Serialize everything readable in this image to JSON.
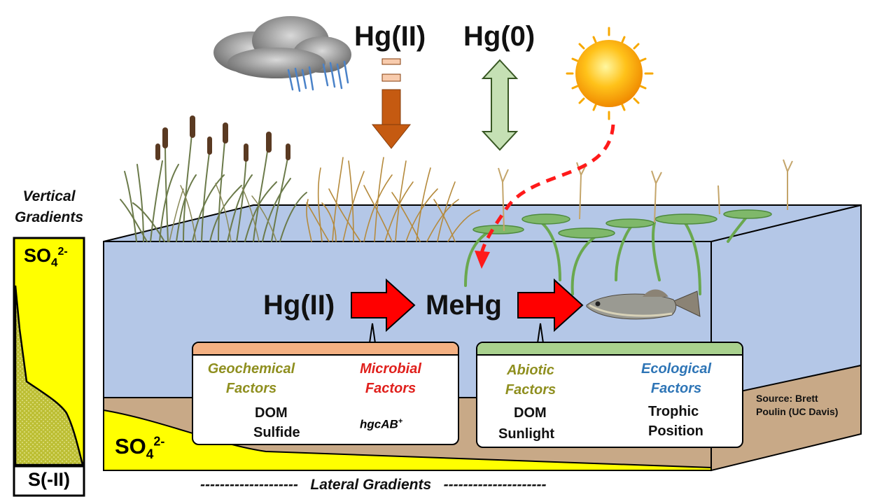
{
  "atmosphere": {
    "hg_deposition": "Hg(II)",
    "hg_exchange": "Hg(0)"
  },
  "water": {
    "hg_reactant": "Hg(II)",
    "methylmercury": "MeHg"
  },
  "methylation_box": {
    "geochemical": {
      "title_line1": "Geochemical",
      "title_line2": "Factors",
      "item1": "DOM",
      "item2": "Sulfide"
    },
    "microbial": {
      "title_line1": "Microbial",
      "title_line2": "Factors",
      "gene": "hgcAB",
      "gene_superscript": "+"
    }
  },
  "bioaccumulation_box": {
    "abiotic": {
      "title_line1": "Abiotic",
      "title_line2": "Factors",
      "item1": "DOM",
      "item2": "Sunlight"
    },
    "ecological": {
      "title_line1": "Ecological",
      "title_line2": "Factors",
      "item1": "Trophic",
      "item2": "Position"
    }
  },
  "vertical_gradients": {
    "title_line1": "Vertical",
    "title_line2": "Gradients",
    "top_species": "SO",
    "top_subscript": "4",
    "top_superscript": "2-",
    "bottom_species": "S(-II)"
  },
  "lateral": {
    "species": "SO",
    "subscript": "4",
    "superscript": "2-",
    "label": "Lateral Gradients",
    "dashes_left": "--------------------",
    "dashes_right": "---------------------"
  },
  "source": {
    "line1": "Source: Brett",
    "line2": "Poulin (UC Davis)"
  },
  "colors": {
    "water": "#b4c7e7",
    "sediment": "#c8a987",
    "sulfate": "#ffff00",
    "hg_arrow": "#ff0000",
    "deposition_arrow": "#c55a11",
    "exchange_arrow": "#c5e0b4",
    "geochemical_band": "#f4b183",
    "bioaccumulation_band": "#a9d18e",
    "olive_text": "#8f8f1f",
    "red_text": "#e0201c",
    "blue_text": "#2e75b6"
  }
}
